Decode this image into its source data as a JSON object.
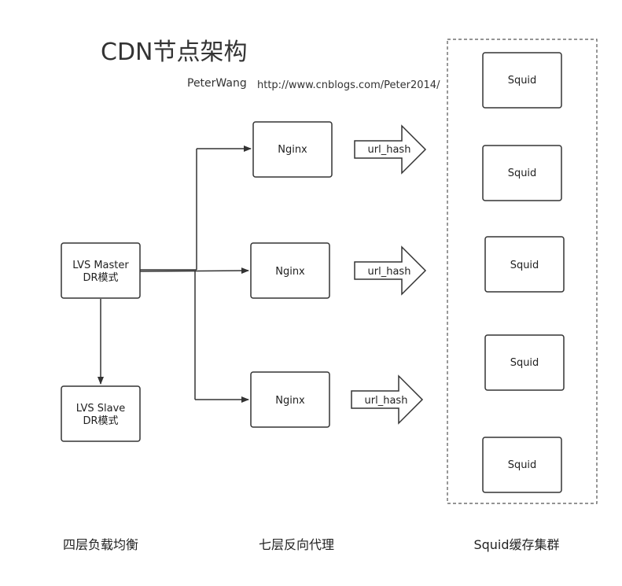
{
  "title": "CDN节点架构",
  "author": "PeterWang",
  "url": "http://www.cnblogs.com/Peter2014/",
  "lvs_master": {
    "line1": "LVS Master",
    "line2": "DR模式"
  },
  "lvs_slave": {
    "line1": "LVS Slave",
    "line2": "DR模式"
  },
  "nginx": [
    "Nginx",
    "Nginx",
    "Nginx"
  ],
  "hash_arrows": [
    "url_hash",
    "url_hash",
    "url_hash"
  ],
  "squid": [
    "Squid",
    "Squid",
    "Squid",
    "Squid",
    "Squid"
  ],
  "columns": [
    "四层负载均衡",
    "七层反向代理",
    "Squid缓存集群"
  ]
}
